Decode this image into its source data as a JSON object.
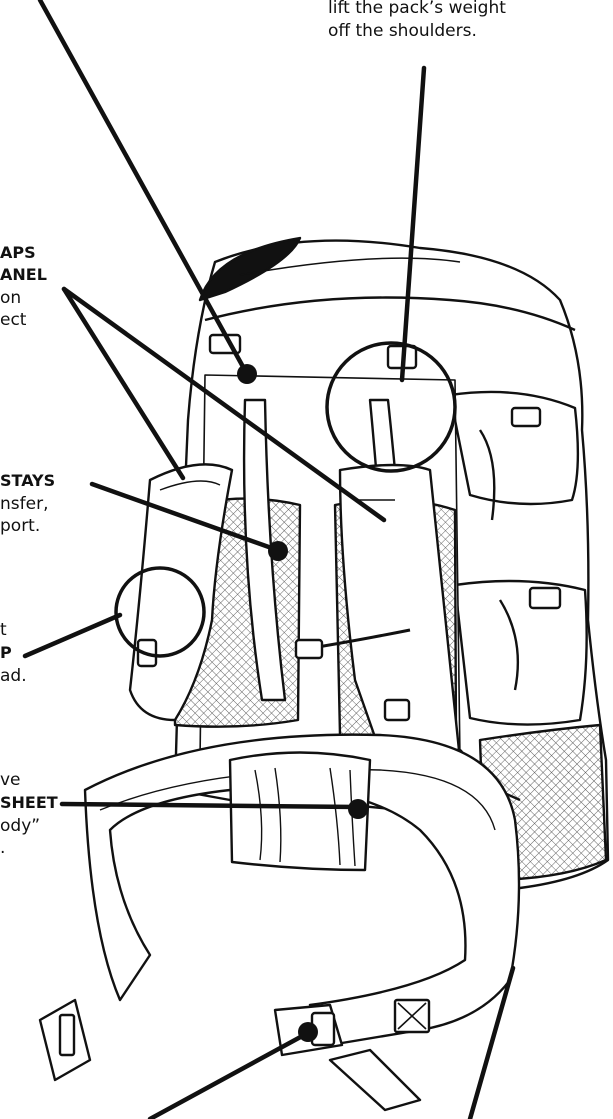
{
  "caption_top_right": {
    "line1": "lift the pack’s weight",
    "line2": "off the shoulders."
  },
  "callouts": [
    {
      "id": "load-lifter-straps",
      "title_line1": "APS",
      "title_line2": "ANEL",
      "body_line1": "on",
      "body_line2": "ect"
    },
    {
      "id": "aluminum-stays",
      "title_line1": "STAYS",
      "body_line1": "nsfer,",
      "body_line2": "port."
    },
    {
      "id": "sternum-strap",
      "title_line1": "P",
      "body_above": "t",
      "body_line1": "ad."
    },
    {
      "id": "framesheet",
      "title_line1": "SHEET",
      "body_above": "ve",
      "body_line1": "ody”",
      "body_line2": "."
    }
  ]
}
